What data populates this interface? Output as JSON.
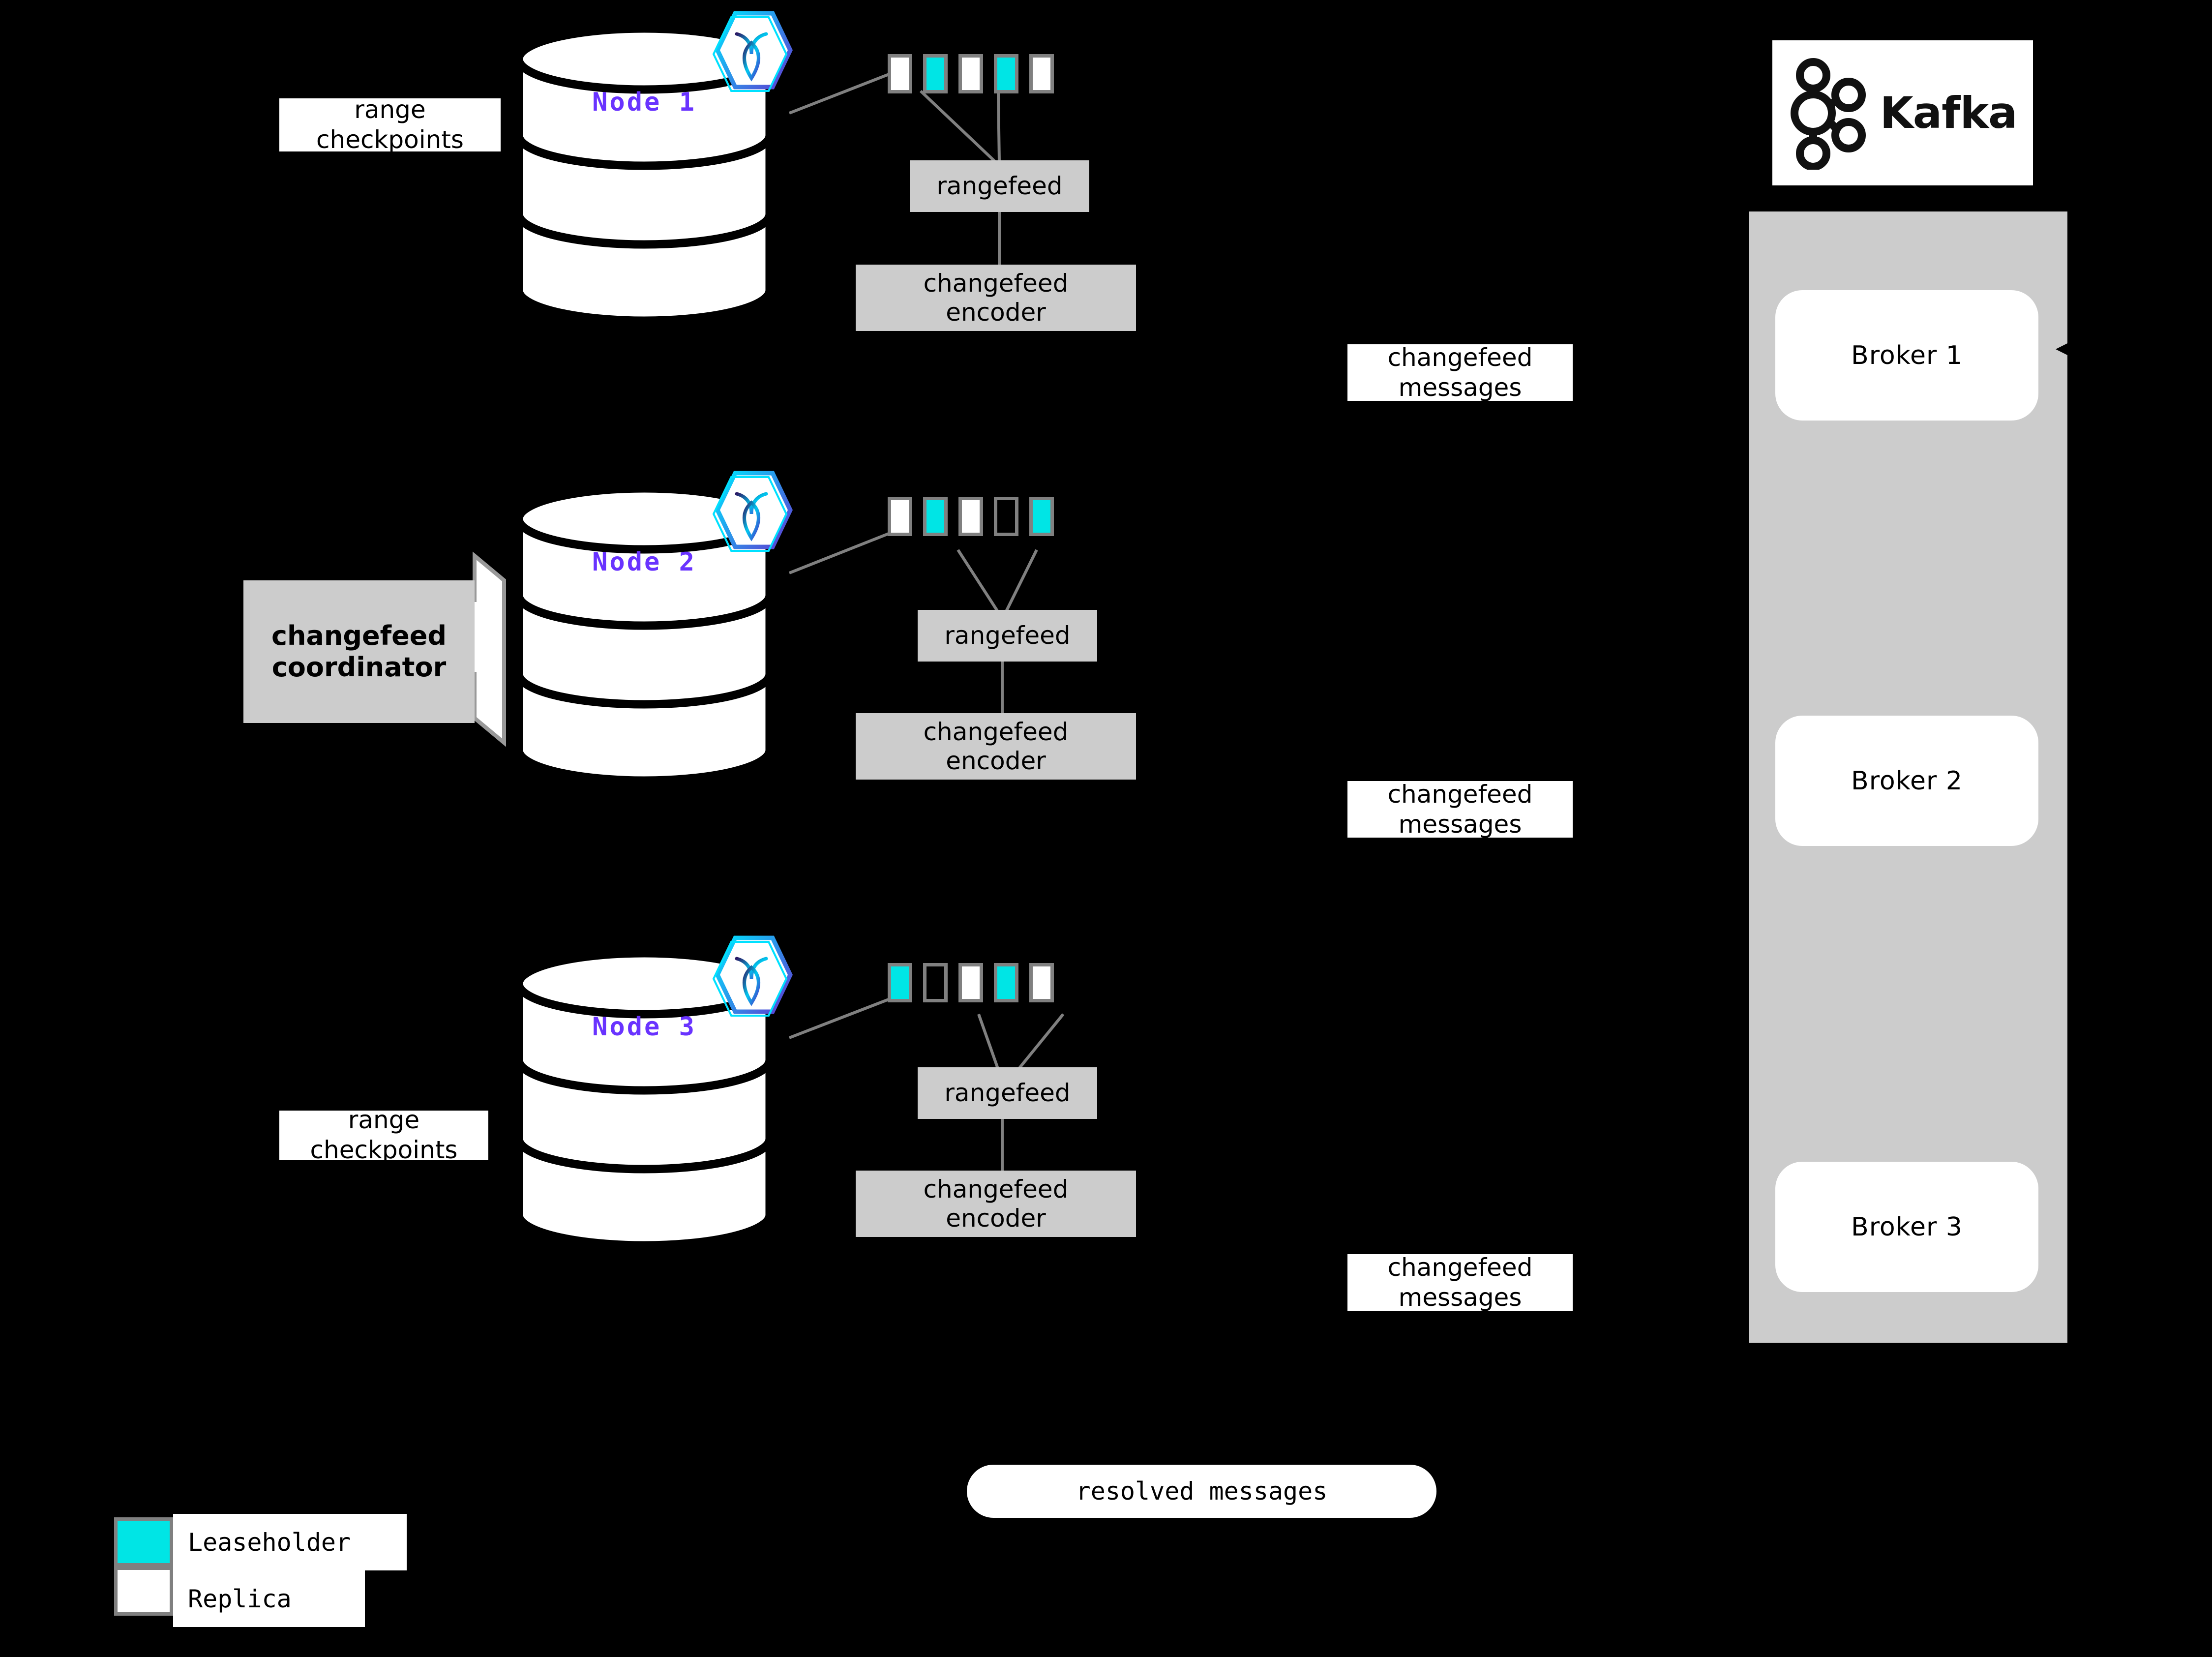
{
  "colors": {
    "background": "#000000",
    "leaseholder": "#00E5E5",
    "replica": "#FFFFFF",
    "box_gray": "#CCCCCC",
    "range_border": "#808080",
    "node_label": "#6933FF",
    "wire": "#808080",
    "crdb_gradient_start": "#00E1FF",
    "crdb_gradient_end": "#5D3FD3"
  },
  "nodes": [
    {
      "label": "Node 1",
      "logo_icon": "cockroachdb-hex-icon",
      "ranges": [
        "replica",
        "leaseholder",
        "replica",
        "leaseholder",
        "replica"
      ],
      "rangefeed_label": "rangefeed",
      "encoder_label": "changefeed\nencoder",
      "side_label": "range\ncheckpoints"
    },
    {
      "label": "Node 2",
      "logo_icon": "cockroachdb-hex-icon",
      "ranges": [
        "replica",
        "leaseholder",
        "replica",
        "empty",
        "leaseholder"
      ],
      "rangefeed_label": "rangefeed",
      "encoder_label": "changefeed\nencoder",
      "side_label": "changefeed\ncoordinator"
    },
    {
      "label": "Node 3",
      "logo_icon": "cockroachdb-hex-icon",
      "ranges": [
        "leaseholder",
        "empty",
        "replica",
        "leaseholder",
        "replica"
      ],
      "rangefeed_label": "rangefeed",
      "encoder_label": "changefeed\nencoder",
      "side_label": "range\ncheckpoints"
    }
  ],
  "message_labels": [
    "changefeed\nmessages",
    "changefeed\nmessages",
    "changefeed\nmessages"
  ],
  "kafka": {
    "wordmark": "Kafka",
    "logo_icon": "kafka-logo-icon",
    "brokers": [
      "Broker 1",
      "Broker 2",
      "Broker 3"
    ]
  },
  "resolved_messages": "resolved messages",
  "legend": [
    {
      "swatch": "leaseholder",
      "label": "Leaseholder"
    },
    {
      "swatch": "replica",
      "label": "Replica"
    }
  ]
}
